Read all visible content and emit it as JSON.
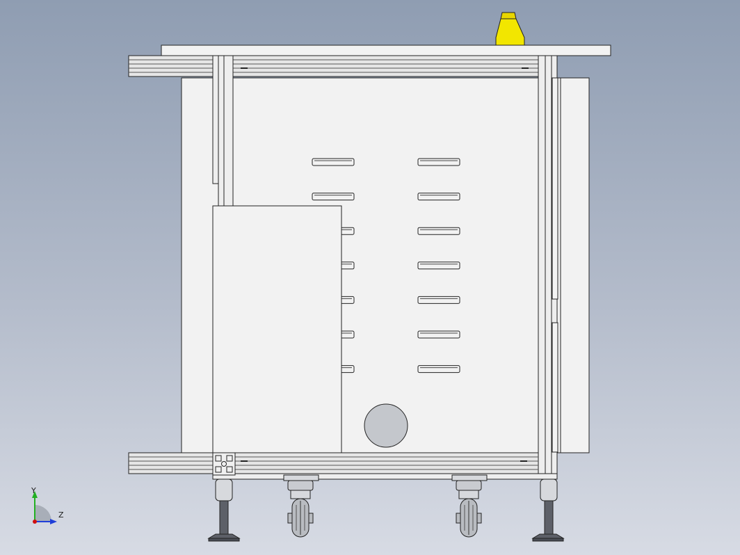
{
  "viewport": {
    "view_name": "front-orthographic",
    "background_top": "#8f9db2",
    "background_bottom": "#d7dbe4"
  },
  "model": {
    "name": "mobile-equipment-cart",
    "slot_rows": 7,
    "slot_columns": 2,
    "wheel_count": 2,
    "leveling_foot_count": 2,
    "colors": {
      "body": "#f2f2f2",
      "edge": "#222222",
      "frame": "#e6e6e6",
      "beacon": "#f2e600",
      "port": "#c4c7cc",
      "wheel": "#b9bcc1",
      "foot": "#5d6068"
    }
  },
  "triad": {
    "y_label": "Y",
    "z_label": "Z",
    "y_color": "#22b022",
    "z_color": "#1f3fd8",
    "origin_color": "#d01010"
  }
}
